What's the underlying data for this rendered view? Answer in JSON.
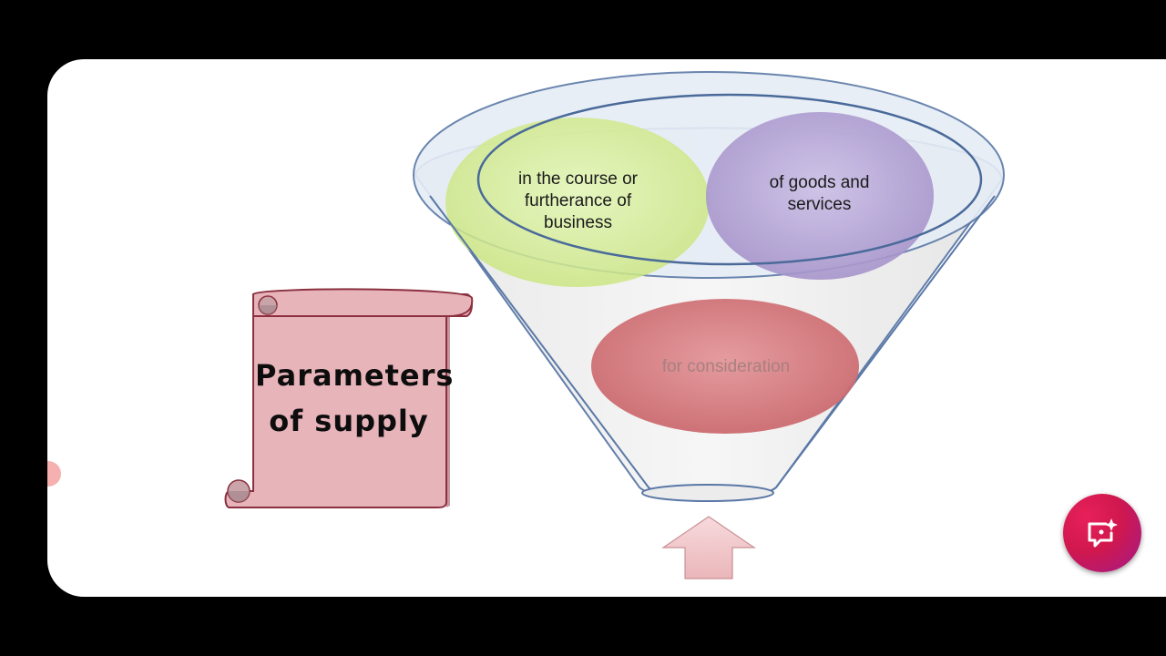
{
  "diagram": {
    "title": "Parameters of supply",
    "title_lines": [
      "Parameters",
      "of supply"
    ],
    "funnel_items": [
      {
        "text": "in the course or furtherance of business",
        "color": "#d8ef9a"
      },
      {
        "text": "of goods and services",
        "color": "#b6a4d4"
      },
      {
        "text": "for consideration",
        "color": "#d98488"
      }
    ],
    "funnel_color": "#eeeeee",
    "funnel_outline": "#4a6a9a",
    "scroll_color": "#e6b2b8",
    "arrow_color": "#f1c9cc",
    "arrow_direction": "up"
  },
  "overlay": {
    "action_button_icon": "chat-sparkle-icon",
    "action_button_color": "#d8185a"
  }
}
